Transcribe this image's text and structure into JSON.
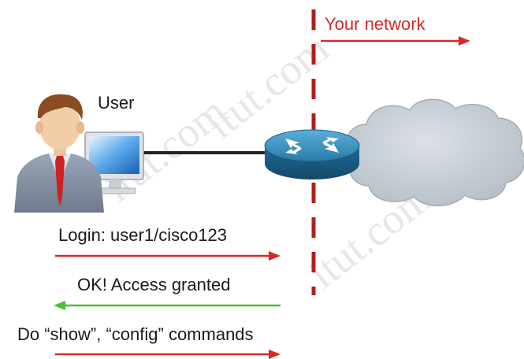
{
  "network_label": "Your network",
  "user_label": "User",
  "messages": [
    {
      "text": "Login: user1/cisco123",
      "direction": "right",
      "color": "#d42a2a"
    },
    {
      "text": "OK! Access granted",
      "direction": "left",
      "color": "#4cbf35"
    },
    {
      "text": "Do “show”, “config” commands",
      "direction": "right",
      "color": "#d42a2a"
    }
  ],
  "watermark": [
    "itut.com",
    "itut.com",
    "itut.com"
  ],
  "colors": {
    "boundary": "#b02020",
    "arrow_red": "#d42a2a",
    "arrow_green": "#4cbf35",
    "router": "#2a79a8",
    "cloud": "#c7cfd6",
    "link": "#222222"
  },
  "icons": [
    "user-person-icon",
    "computer-monitor-icon",
    "router-icon",
    "cloud-icon"
  ]
}
